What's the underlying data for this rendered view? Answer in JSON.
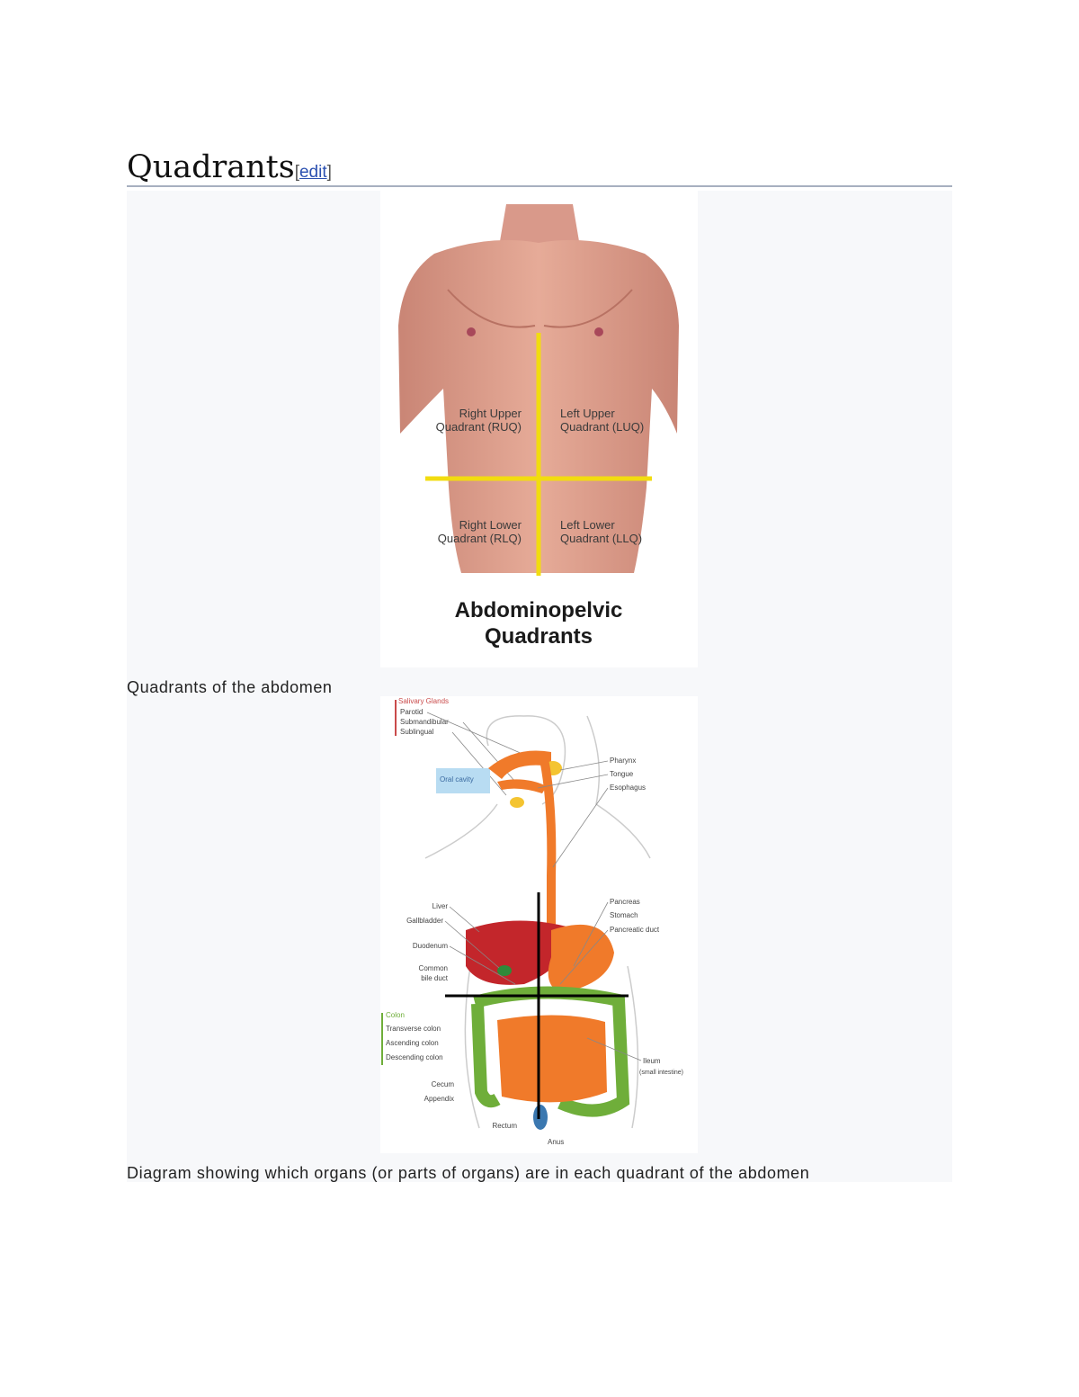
{
  "section": {
    "title": "Quadrants",
    "edit_open": "[",
    "edit_label": "edit",
    "edit_close": "]"
  },
  "figure1": {
    "labels": {
      "ruq_line1": "Right Upper",
      "ruq_line2": "Quadrant (RUQ)",
      "luq_line1": "Left Upper",
      "luq_line2": "Quadrant (LUQ)",
      "rlq_line1": "Right Lower",
      "rlq_line2": "Quadrant (RLQ)",
      "llq_line1": "Left Lower",
      "llq_line2": "Quadrant (LLQ)",
      "title_line1": "Abdominopelvic",
      "title_line2": "Quadrants"
    },
    "caption": "Quadrants of the abdomen"
  },
  "figure2": {
    "labels": {
      "salivary": "Salivary Glands",
      "parotid": "Parotid",
      "submandibular": "Submandibular",
      "sublingual": "Sublingual",
      "oral_cavity": "Oral cavity",
      "pharynx": "Pharynx",
      "tongue": "Tongue",
      "esophagus": "Esophagus",
      "liver": "Liver",
      "gallbladder": "Gallbladder",
      "duodenum": "Duodenum",
      "common_bile1": "Common",
      "common_bile2": "bile duct",
      "pancreas": "Pancreas",
      "stomach": "Stomach",
      "pancreatic_duct": "Pancreatic duct",
      "colon": "Colon",
      "transverse": "Transverse colon",
      "ascending": "Ascending colon",
      "descending": "Descending colon",
      "cecum": "Cecum",
      "appendix": "Appendix",
      "rectum": "Rectum",
      "anus": "Anus",
      "ileum1": "Ileum",
      "ileum2": "(small intestine)"
    },
    "caption": "Diagram showing which organs (or parts of organs) are in each quadrant of the abdomen"
  },
  "colors": {
    "quadrant_line": "#f2dc10",
    "skin": "#e0a190",
    "digestive_tract": "#f07a2a",
    "colon": "#6fae3a",
    "liver": "#c3262b",
    "link": "#2a4fb0"
  }
}
